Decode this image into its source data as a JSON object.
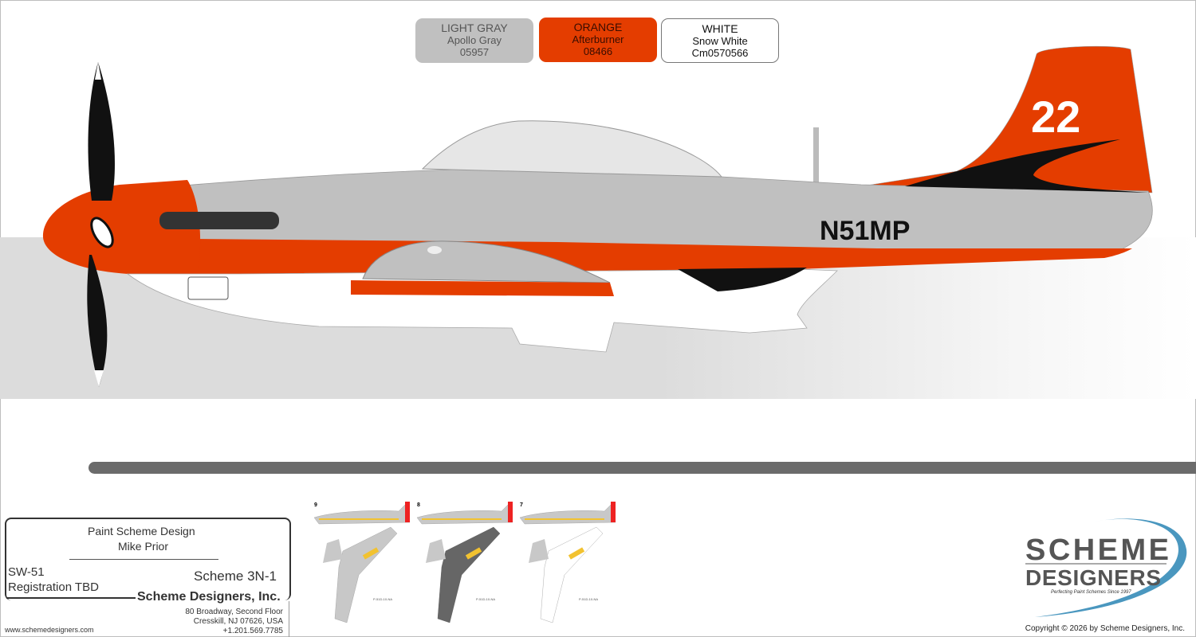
{
  "colors": {
    "orange": "#e43d00",
    "light_gray": "#c0c0c0",
    "black": "#111111",
    "white": "#ffffff",
    "logo_blue": "#4a97bf",
    "logo_gray": "#555555"
  },
  "swatches": [
    {
      "name": "LIGHT GRAY",
      "product": "Apollo Gray",
      "code": "05957"
    },
    {
      "name": "ORANGE",
      "product": "Afterburner",
      "code": "08466"
    },
    {
      "name": "WHITE",
      "product": "Snow White",
      "code": "Cm0570566"
    }
  ],
  "aircraft": {
    "race_number": "22",
    "registration_marking": "N51MP"
  },
  "title_block": {
    "heading": "Paint Scheme Design",
    "designer": "Mike Prior",
    "model": "SW-51",
    "registration": "Registration TBD",
    "scheme": "Scheme 3N-1",
    "company": "Scheme Designers, Inc.",
    "address1": "80 Broadway, Second Floor",
    "address2": "Cresskill, NJ  07626, USA",
    "phone": "+1.201.569.7785",
    "website": "www.schemedesigners.com"
  },
  "thumbnails": [
    {
      "number": "9",
      "caption": "P-51D-10-NA"
    },
    {
      "number": "8",
      "caption": "P-51D-10-NA"
    },
    {
      "number": "7",
      "caption": "P-51D-10-NA"
    }
  ],
  "logo": {
    "line1": "SCHEME",
    "line2": "DESIGNERS",
    "tagline": "Perfecting Paint Schemes Since 1997"
  },
  "copyright": "Copyright © 2026 by Scheme Designers, Inc."
}
